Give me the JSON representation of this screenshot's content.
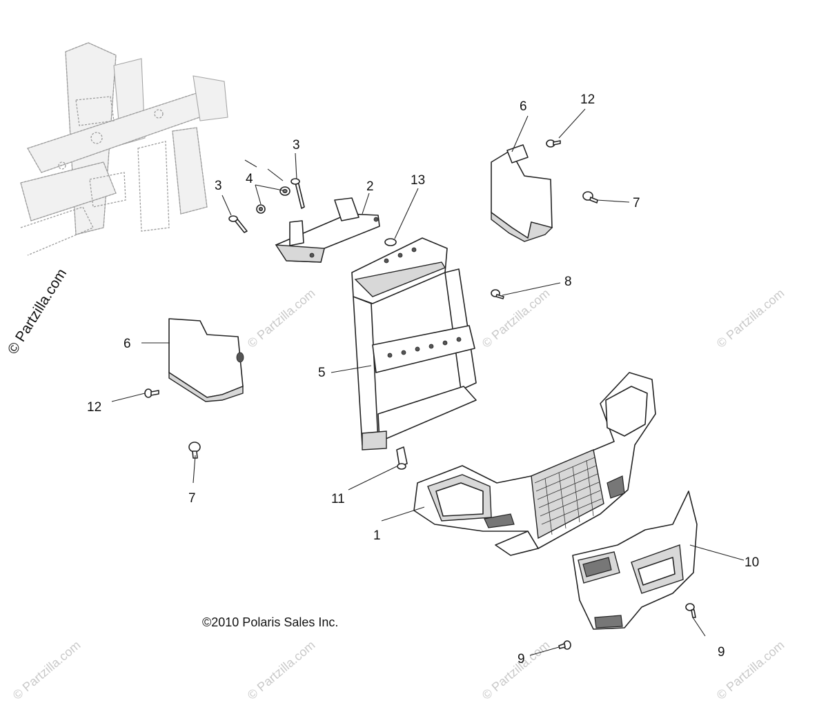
{
  "diagram": {
    "copyright": "©2010 Polaris Sales Inc.",
    "watermark_main": "© Partzilla.com",
    "watermark": "© Partzilla.com",
    "callouts": {
      "p1": "1",
      "p2": "2",
      "p3a": "3",
      "p3b": "3",
      "p4": "4",
      "p5": "5",
      "p6a": "6",
      "p6b": "6",
      "p7a": "7",
      "p7b": "7",
      "p8": "8",
      "p9a": "9",
      "p9b": "9",
      "p10": "10",
      "p11": "11",
      "p12a": "12",
      "p12b": "12",
      "p13": "13"
    }
  }
}
